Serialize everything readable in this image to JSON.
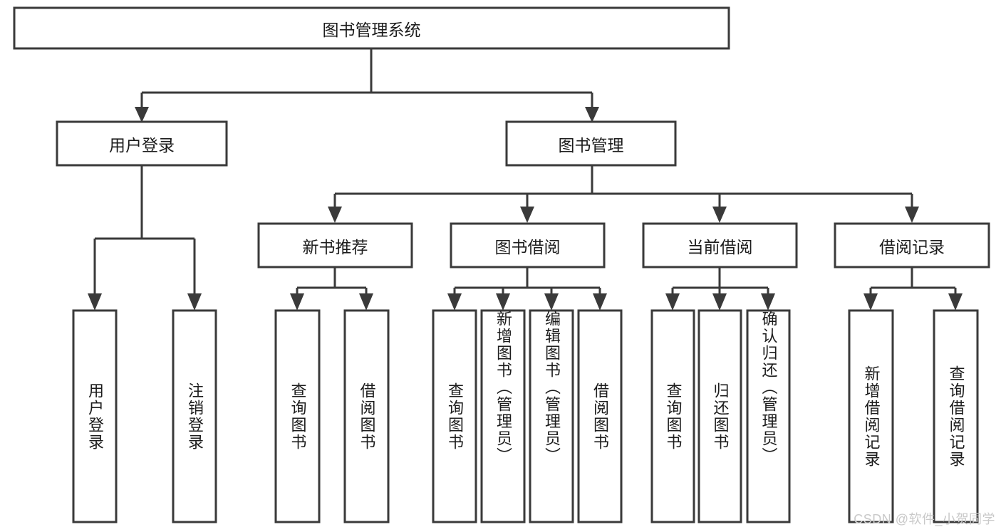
{
  "diagram": {
    "title": "图书管理系统",
    "type": "hierarchy-tree",
    "colors": {
      "box_stroke": "#3a3a3a",
      "box_fill": "#ffffff",
      "connector": "#3a3a3a",
      "text": "#1c1c1c",
      "watermark": "#c9c9c9",
      "background": "#ffffff"
    },
    "root": {
      "label": "图书管理系统",
      "orientation": "horizontal"
    },
    "level2": [
      {
        "label": "用户登录",
        "orientation": "horizontal"
      },
      {
        "label": "图书管理",
        "orientation": "horizontal"
      }
    ],
    "level3": [
      {
        "label": "新书推荐",
        "orientation": "horizontal"
      },
      {
        "label": "图书借阅",
        "orientation": "horizontal"
      },
      {
        "label": "当前借阅",
        "orientation": "horizontal"
      },
      {
        "label": "借阅记录",
        "orientation": "horizontal"
      }
    ],
    "leaves": {
      "user_login": [
        {
          "label": "用户登录",
          "orientation": "vertical"
        },
        {
          "label": "注销登录",
          "orientation": "vertical"
        }
      ],
      "new_book_recommend": [
        {
          "label": "查询图书",
          "orientation": "vertical"
        },
        {
          "label": "借阅图书",
          "orientation": "vertical"
        }
      ],
      "book_borrow": [
        {
          "label": "查询图书",
          "orientation": "vertical"
        },
        {
          "label": "新增图书（管理员）",
          "orientation": "vertical"
        },
        {
          "label": "编辑图书（管理员）",
          "orientation": "vertical"
        },
        {
          "label": "借阅图书",
          "orientation": "vertical"
        }
      ],
      "current_borrow": [
        {
          "label": "查询图书",
          "orientation": "vertical"
        },
        {
          "label": "归还图书",
          "orientation": "vertical"
        },
        {
          "label": "确认归还（管理员）",
          "orientation": "vertical"
        }
      ],
      "borrow_record": [
        {
          "label": "新增借阅记录",
          "orientation": "vertical"
        },
        {
          "label": "查询借阅记录",
          "orientation": "vertical"
        }
      ]
    }
  },
  "watermark": {
    "text": "CSDN @软件_小贺同学"
  }
}
